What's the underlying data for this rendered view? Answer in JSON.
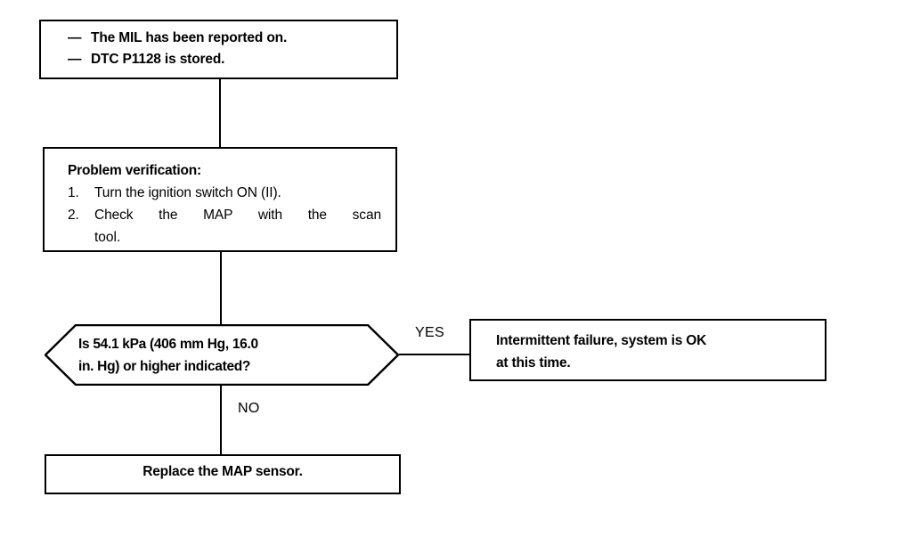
{
  "diagram": {
    "type": "troubleshooting-flowchart",
    "title": "DTC P1128 MAP Sensor Troubleshooting",
    "nodes": {
      "symptoms": {
        "shape": "rectangle",
        "items": [
          {
            "dash": "—",
            "text": "The MIL has been reported on."
          },
          {
            "dash": "—",
            "text": "DTC P1128 is stored."
          }
        ]
      },
      "verification": {
        "shape": "rectangle",
        "title": "Problem verification:",
        "steps": [
          {
            "num": "1.",
            "line1": "Turn the ignition switch ON (II).",
            "line2": ""
          },
          {
            "num": "2.",
            "line1": "Check the MAP with the scan",
            "line2": "tool."
          }
        ]
      },
      "decision": {
        "shape": "hexagon",
        "line1": "Is 54.1 kPa (406 mm Hg, 16.0",
        "line2": "in. Hg) or higher indicated?"
      },
      "intermittent": {
        "shape": "rectangle",
        "line1": "Intermittent failure, system is OK",
        "line2": "at this time."
      },
      "replace": {
        "shape": "rectangle",
        "text": "Replace the MAP sensor."
      }
    },
    "branches": {
      "yes_label": "YES",
      "no_label": "NO"
    },
    "colors": {
      "ink": "#000000",
      "paper": "#ffffff"
    }
  }
}
